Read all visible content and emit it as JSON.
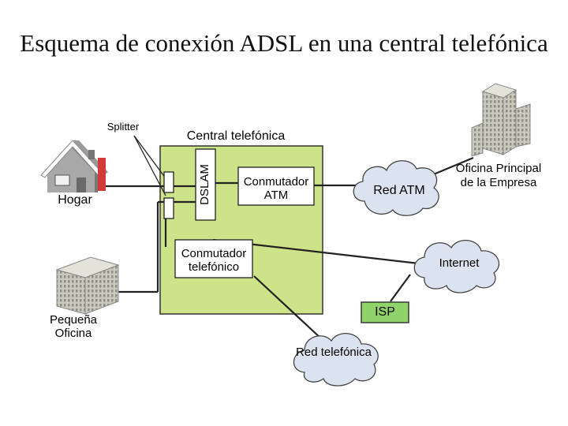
{
  "title": "Esquema de conexión ADSL en una central telefónica",
  "labels": {
    "splitter": "Splitter",
    "central": "Central telefónica",
    "dslam": "DSLAM",
    "hogar": "Hogar",
    "conmutador_atm": "Conmutador ATM",
    "red_atm": "Red ATM",
    "oficina_principal": "Oficina Principal de la Empresa",
    "conmutador_telefonico": "Conmutador telefónico",
    "internet": "Internet",
    "pequena_oficina": "Pequeña Oficina",
    "isp": "ISP",
    "red_telefonica": "Red telefónica"
  },
  "colors": {
    "central_fill": "#cce38a",
    "isp_fill": "#8fd36a",
    "cloud_fill": "#dce3f0",
    "house_roof": "#d23a3a",
    "house_wall": "#9a9a9a",
    "building": "#cfcfc4"
  }
}
